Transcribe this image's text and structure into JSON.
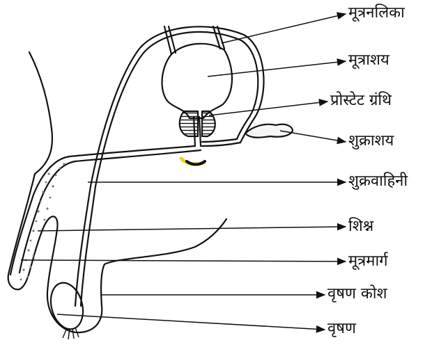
{
  "labels": {
    "urethra_tube": "मूत्रनलिका",
    "bladder": "मूत्राशय",
    "prostate": "प्रोस्टेट ग्रंथि",
    "seminal_vesicle": "शुक्राशय",
    "vas_deferens": "शुक्रवाहिनी",
    "penis": "शिश्न",
    "urethra": "मूत्रमार्ग",
    "scrotum": "वृषण कोश",
    "testis": "वृषण"
  },
  "colors": {
    "ink": "#111111",
    "accent": "#e6d21a"
  }
}
